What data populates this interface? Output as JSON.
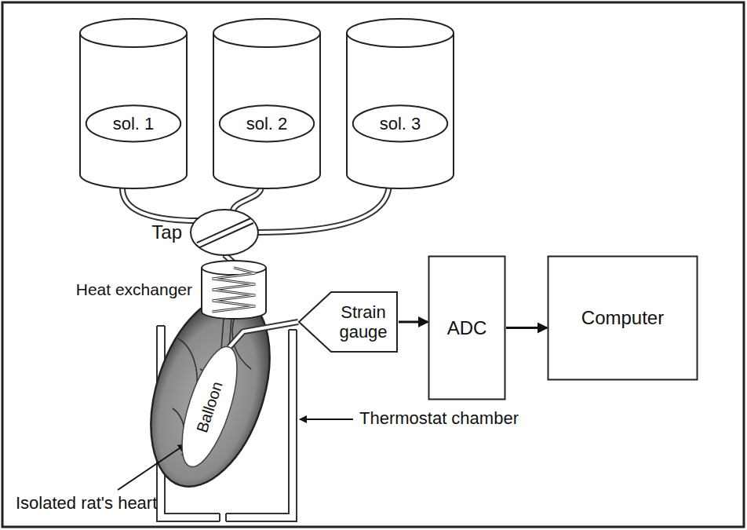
{
  "diagram": {
    "nodes": [
      {
        "text": [
          "sol. 1"
        ]
      },
      {
        "text": [
          "sol. 2"
        ]
      },
      {
        "text": [
          "sol. 3"
        ]
      },
      {
        "text": [
          "Tap"
        ]
      },
      {
        "text": [
          "Heat exchanger"
        ]
      },
      {
        "text": [
          "Balloon"
        ]
      },
      {
        "text": [
          "Strain gauge"
        ]
      },
      {
        "text": [
          "ADC"
        ]
      },
      {
        "text": [
          "Computer"
        ]
      }
    ],
    "edges": [
      {
        "from": 0,
        "to": 3,
        "arrow": "none"
      },
      {
        "from": 1,
        "to": 3,
        "arrow": "none"
      },
      {
        "from": 2,
        "to": 3,
        "arrow": "none"
      },
      {
        "from": 3,
        "to": 4,
        "arrow": "none"
      },
      {
        "from": 5,
        "to": 6,
        "arrow": "none"
      },
      {
        "from": 6,
        "to": 7,
        "arrow": "to"
      },
      {
        "from": 7,
        "to": 8,
        "arrow": "to"
      }
    ],
    "labels": [
      "Thermostat chamber",
      "Isolated rat's heart"
    ]
  }
}
